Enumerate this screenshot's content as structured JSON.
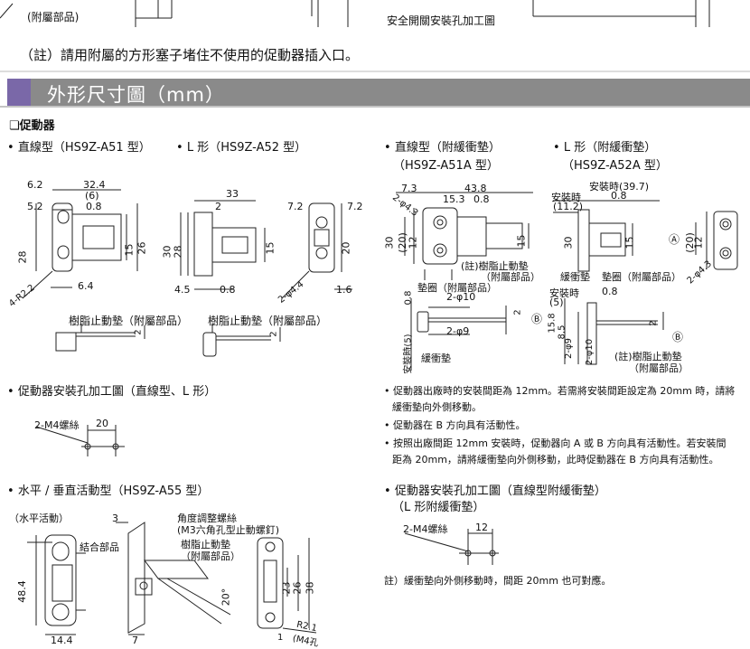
{
  "top": {
    "attached_parts": "(附屬部品)",
    "mount_hole_title": "安全開關安裝孔加工圖",
    "note": "（註）請用附屬的方形塞子堵住不使用的促動器插入口。"
  },
  "section": {
    "title": "外形尺寸圖（mm）"
  },
  "actuator": {
    "heading": "❏促動器",
    "straight": "直線型（HS9Z-A51 型）",
    "lshape": "L 形（HS9Z-A52 型）",
    "straight_cushion_1": "直線型（附緩衝墊）",
    "straight_cushion_2": "（HS9Z-A51A 型）",
    "lshape_cushion_1": "L 形（附緩衝墊）",
    "lshape_cushion_2": "（HS9Z-A52A 型）"
  },
  "dims_a51": {
    "d62": "6.2",
    "d324": "32.4",
    "d6": "(6)",
    "d52": "5.2",
    "d08": "0.8",
    "d28": "28",
    "d15": "15",
    "d26": "26",
    "d64": "6.4",
    "r": "4-R2.2"
  },
  "dims_a52": {
    "d33": "33",
    "d2": "2",
    "d72a": "7.2",
    "d72b": "7.2",
    "d30": "30",
    "d28": "28",
    "d15": "15",
    "d20": "20",
    "d45": "4.5",
    "d08": "0.8",
    "d16": "1.6",
    "hole": "2-φ4.4"
  },
  "dims_a51a": {
    "d73": "7.3",
    "d438": "43.8",
    "d153": "15.3",
    "d08": "0.8",
    "hole": "2-φ4.3",
    "d30": "30",
    "d20": "(20)",
    "d12": "12",
    "d15": "15",
    "cushion_1": "(註)樹脂止動墊",
    "cushion_2": "（附屬部品）",
    "washer": "墊圈（附屬部品）",
    "d08b": "0.8",
    "d2phi10": "2-φ10",
    "d2": "2",
    "d2phi9": "2-φ9",
    "mount_gap": "安裝時(5)",
    "buffer": "緩衝墊",
    "label_b": "Ⓑ"
  },
  "dims_a52a": {
    "install": "安裝時(39.7)",
    "d08": "0.8",
    "install2": "安裝時",
    "d112": "(11.2)",
    "d30": "30",
    "d15": "15",
    "label_a": "Ⓐ",
    "d20": "(20)",
    "d12": "12",
    "hole": "2-φ4.3",
    "buffer": "緩衝墊",
    "washer": "墊圈（附屬部品）",
    "install3": "安裝時",
    "d08b": "0.8",
    "d5": "(5)",
    "d158": "15.8",
    "d85": "8.5",
    "d2phi9": "2-φ9",
    "d2phi10": "2-φ10",
    "d2": "2",
    "label_b": "Ⓑ",
    "cushion_1": "(註)樹脂止動墊",
    "cushion_2": "（附屬部品）"
  },
  "resin": {
    "a51": "樹脂止動墊（附屬部品）",
    "a52": "樹脂止動墊（附屬部品）",
    "d2a": "2",
    "d2b": "2"
  },
  "hole_section": {
    "title": "促動器安裝孔加工圖（直線型、L 形）",
    "screw": "2-M4螺絲",
    "pitch": "20"
  },
  "notes": [
    "促動器出廠時的安裝間距為 12mm。若需將安裝間距設定為 20mm 時，請將",
    "緩衝墊向外側移動。",
    "促動器在 B 方向具有活動性。",
    "按照出廠間距 12mm 安裝時，促動器向 A 或 B 方向具有活動性。若安裝間",
    "距為 20mm，請將緩衝墊向外側移動，此時促動器在 B 方向具有活動性。"
  ],
  "a55": {
    "title": "水平 / 垂直活動型（HS9Z-A55 型）",
    "horizontal": "（水平活動）",
    "d3": "3",
    "angle_screw_1": "角度調整螺絲",
    "angle_screw_2": "(M3六角孔型止動螺釘)",
    "joint": "結合部品",
    "resin_1": "樹脂止動墊",
    "resin_2": "（附屬部品）",
    "d484": "48.4",
    "d144": "14.4",
    "d7": "7",
    "angle": "20°",
    "d23": "23",
    "d26": "26",
    "d38": "38",
    "r21": "R2.1",
    "m4": "(M4孔",
    "d1": "1"
  },
  "hole_cushion": {
    "title_1": "促動器安裝孔加工圖（直線型附緩衝墊）",
    "title_2": "（L 形附緩衝墊）",
    "screw": "2-M4螺絲",
    "pitch": "12",
    "note": "註）緩衝墊向外側移動時，間距 20mm 也可對應。"
  }
}
